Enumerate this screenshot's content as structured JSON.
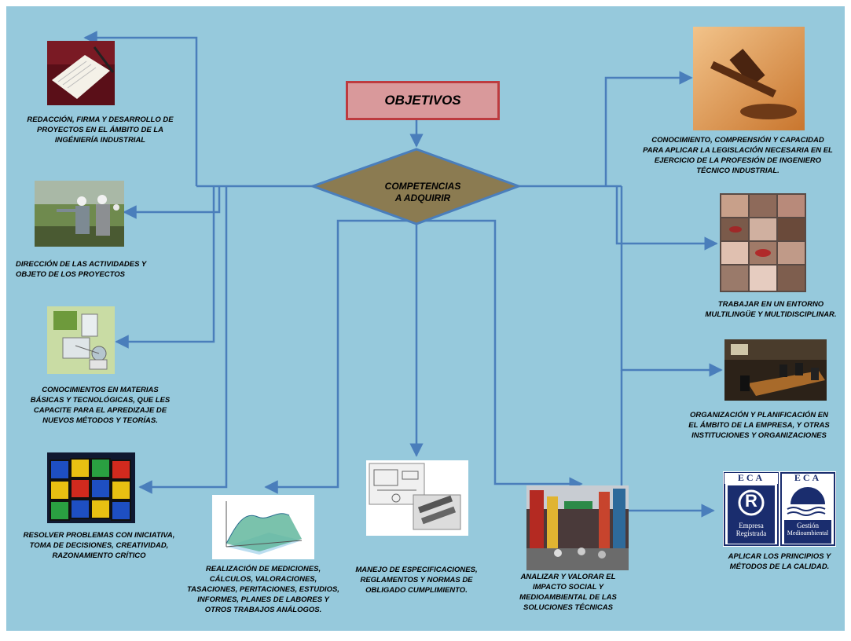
{
  "title": "OBJETIVOS",
  "center": "COMPETENCIAS\nA ADQUIRIR",
  "colors": {
    "background": "#96c9dc",
    "connector": "#4a7ebb",
    "title_fill": "#d9999b",
    "title_border": "#bd3b3f",
    "diamond_fill": "#8b7b51"
  },
  "items": [
    {
      "id": "redaccion",
      "icon": "document-signing-photo",
      "text": "REDACCIÓN, FIRMA Y DESARROLLO DE\nPROYECTOS EN EL ÁMBITO DE LA\nINGÉNIERÍA INDUSTRIAL"
    },
    {
      "id": "direccion",
      "icon": "engineers-on-site-photo",
      "text": "DIRECCIÓN DE LAS ACTIVIDADES Y\nOBJETO DE LOS PROYECTOS"
    },
    {
      "id": "conocimientos",
      "icon": "technology-collage-photo",
      "text": "CONOCIMIENTOS EN MATERIAS\nBÁSICAS Y TECNOLÓGICAS,  QUE LES\nCAPACITE PARA EL APREDIZAJE DE\nNUEVOS MÉTODOS Y TEORÍAS."
    },
    {
      "id": "resolver",
      "icon": "rubiks-cube-photo",
      "text": "RESOLVER PROBLEMAS CON INICIATIVA,\nTOMA DE DECISIONES, CREATIVIDAD,\nRAZONAMIENTO CRÍTICO"
    },
    {
      "id": "mediciones",
      "icon": "3d-surface-graph-image",
      "text": "REALIZACIÓN DE MEDICIONES,\nCÁLCULOS, VALORACIONES,\nTASACIONES, PERITACIONES, ESTUDIOS,\nINFORMES, PLANES DE LABORES Y\nOTROS TRABAJOS ANÁLOGOS."
    },
    {
      "id": "manejo",
      "icon": "technical-drawings-image",
      "text": "MANEJO DE ESPECIFICACIONES,\nREGLAMENTOS Y NORMAS DE\nOBLIGADO CUMPLIMIENTO."
    },
    {
      "id": "analizar",
      "icon": "city-street-photo",
      "text": "ANALIZAR Y VALORAR EL\nIMPACTO SOCIAL Y\nMEDIOAMBIENTAL DE LAS\nSOLUCIONES TÉCNICAS"
    },
    {
      "id": "legislacion",
      "icon": "gavel-photo",
      "text": "CONOCIMIENTO, COMPRENSIÓN Y CAPACIDAD\nPARA APLICAR LA LEGISLACIÓN NECESARIA EN EL\nEJERCICIO DE LA PROFESIÓN DE INGENIERO\nTÉCNICO INDUSTRIAL."
    },
    {
      "id": "multilingue",
      "icon": "faces-collage-photo",
      "text": "TRABAJAR EN UN ENTORNO\nMULTILINGÜE Y MULTIDISCIPLINAR."
    },
    {
      "id": "organizacion",
      "icon": "meeting-room-photo",
      "text": "ORGANIZACIÓN Y PLANIFICACIÓN EN\nEL ÁMBITO DE LA EMPRESA, Y OTRAS\nINSTITUCIONES Y ORGANIZACIONES"
    },
    {
      "id": "calidad",
      "icon": "eca-certification-logos",
      "text": "APLICAR LOS PRINCIPIOS Y\nMÉTODOS DE LA CALIDAD."
    }
  ],
  "logos": {
    "left_header": "ECA",
    "left_line1": "Empresa",
    "left_line2": "Registrada",
    "right_header": "ECA",
    "right_line1": "Gestión",
    "right_line2": "Medioambiental"
  }
}
